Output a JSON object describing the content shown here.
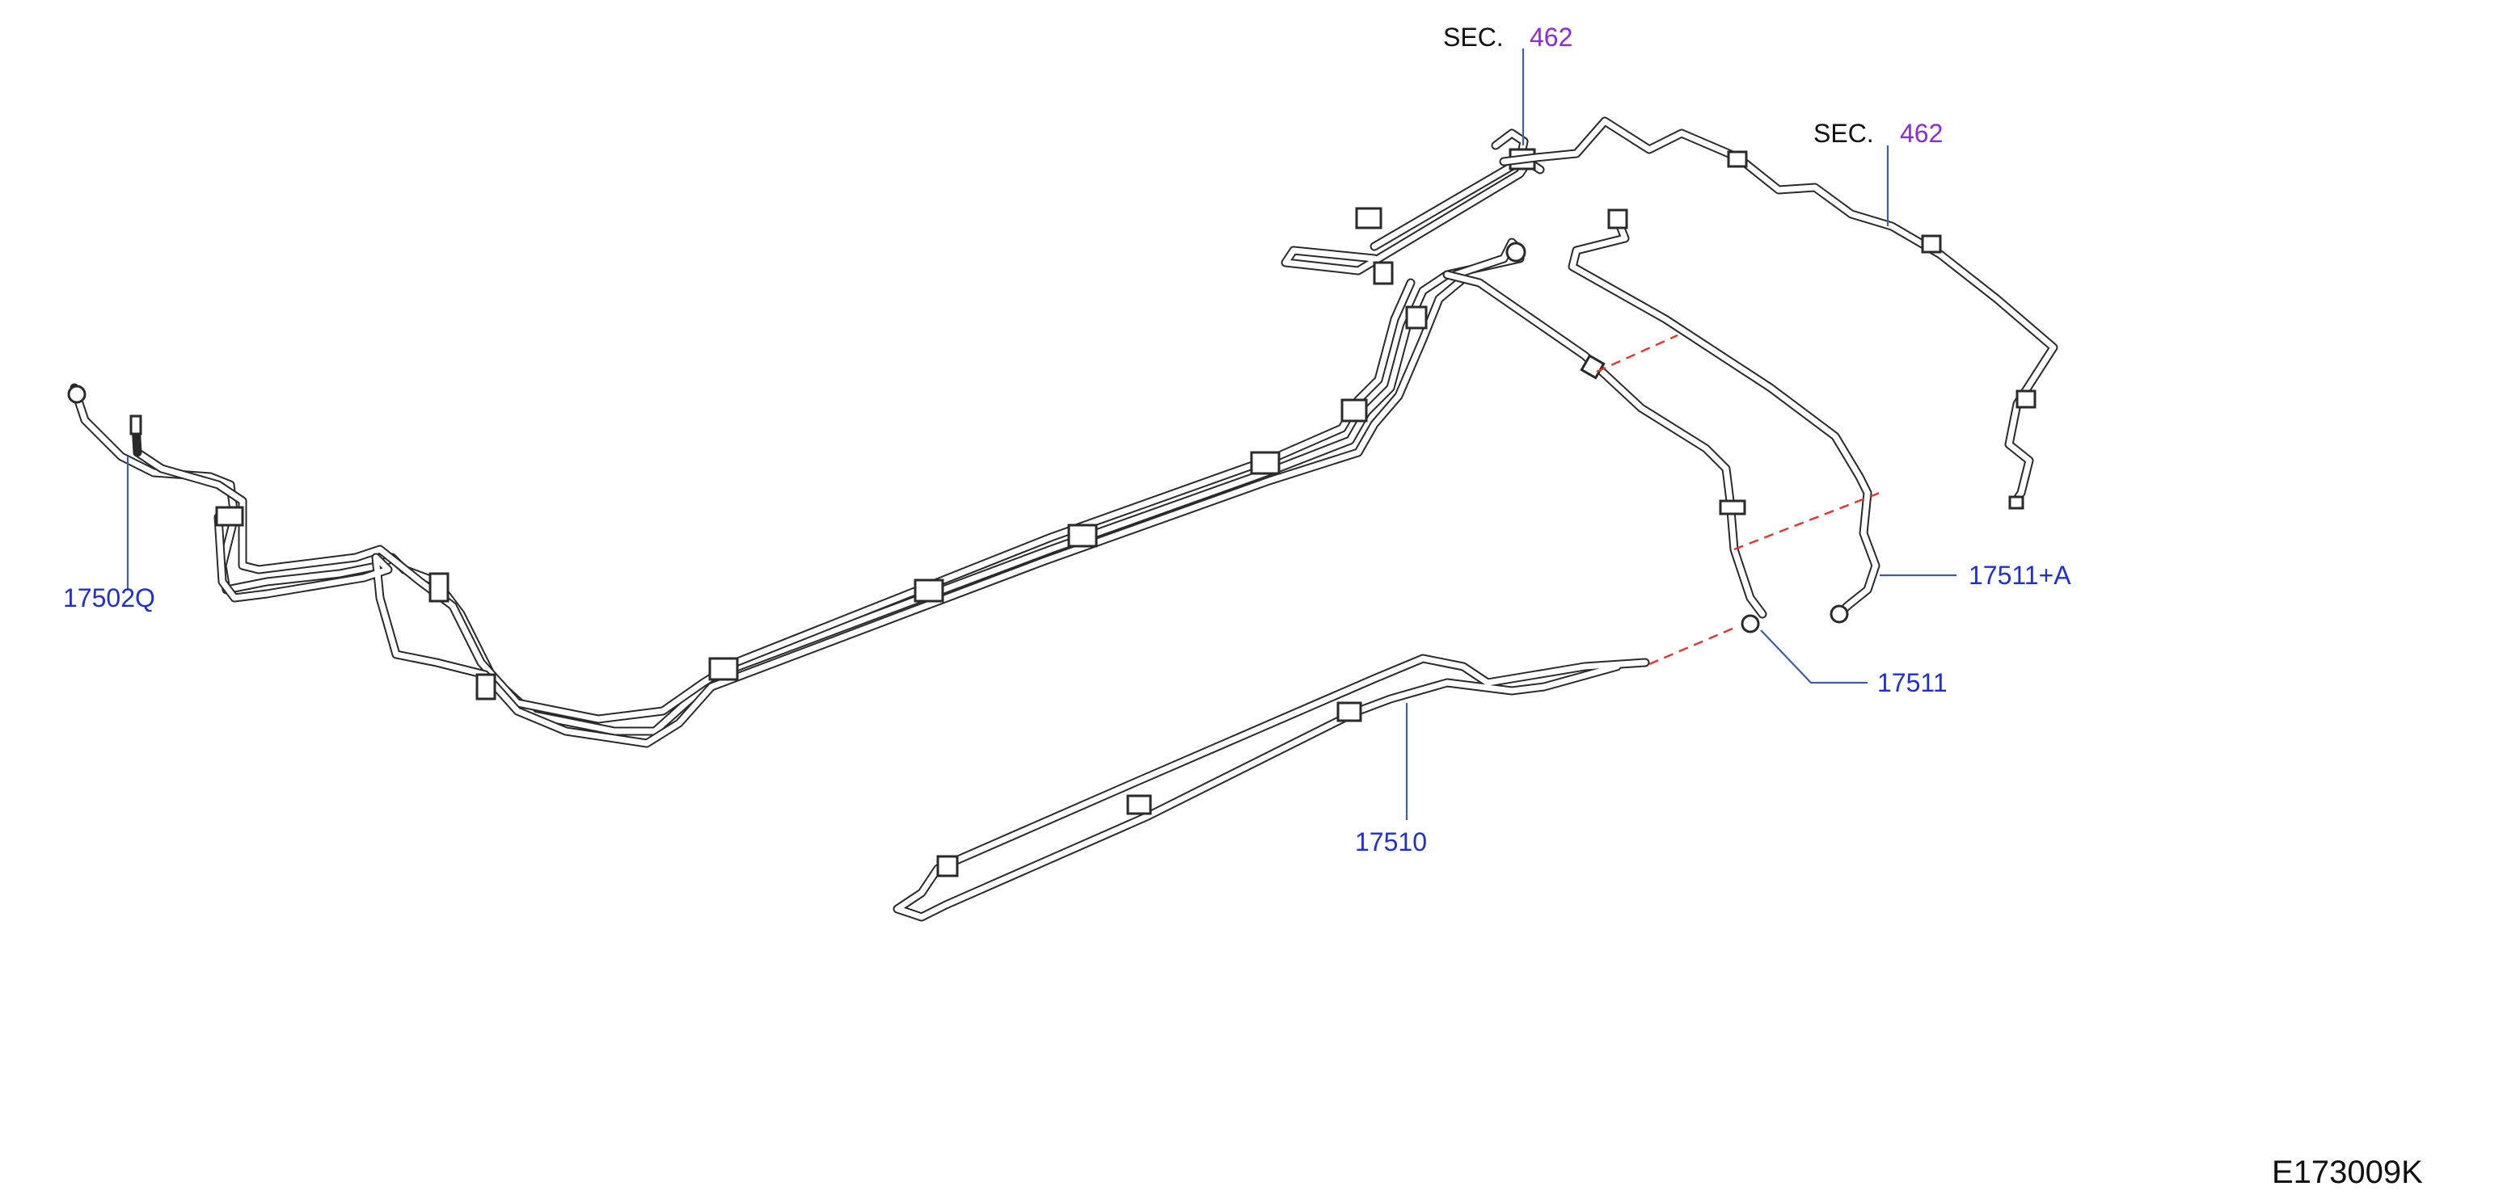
{
  "colors": {
    "part_number": "#1f2fd6",
    "section_ref": "#8a2be2",
    "leader": "#3a5fb0",
    "dashed_connector": "#e8322b",
    "pipe": "#2a2a2a"
  },
  "labels": {
    "part_17502q": "17502Q",
    "part_17510": "17510",
    "part_17511": "17511",
    "part_17511a": "17511+A",
    "sec_top": {
      "prefix": "SEC.",
      "ref": "462"
    },
    "sec_right": {
      "prefix": "SEC.",
      "ref": "462"
    },
    "diagram_code": "E173009K"
  }
}
